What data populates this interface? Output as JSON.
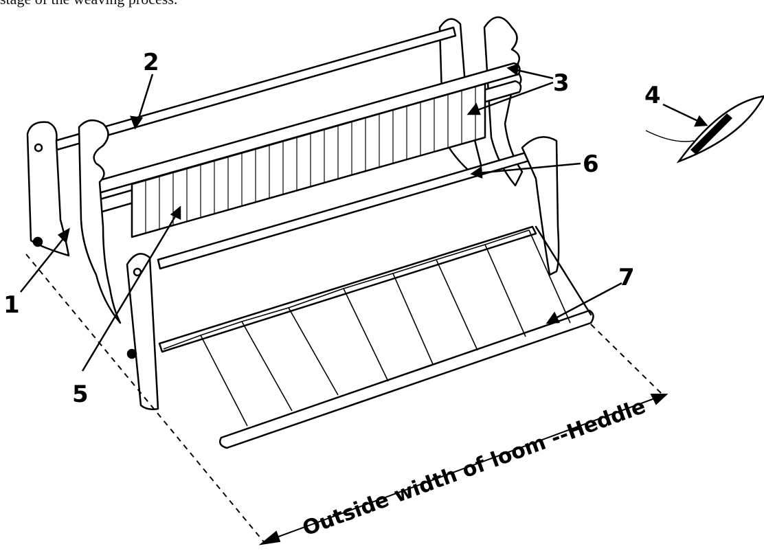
{
  "caption": "stage of the weaving process.",
  "callouts": [
    "1",
    "2",
    "3",
    "4",
    "5",
    "6",
    "7"
  ],
  "dimension_label": "Outside width of loom --Heddle"
}
